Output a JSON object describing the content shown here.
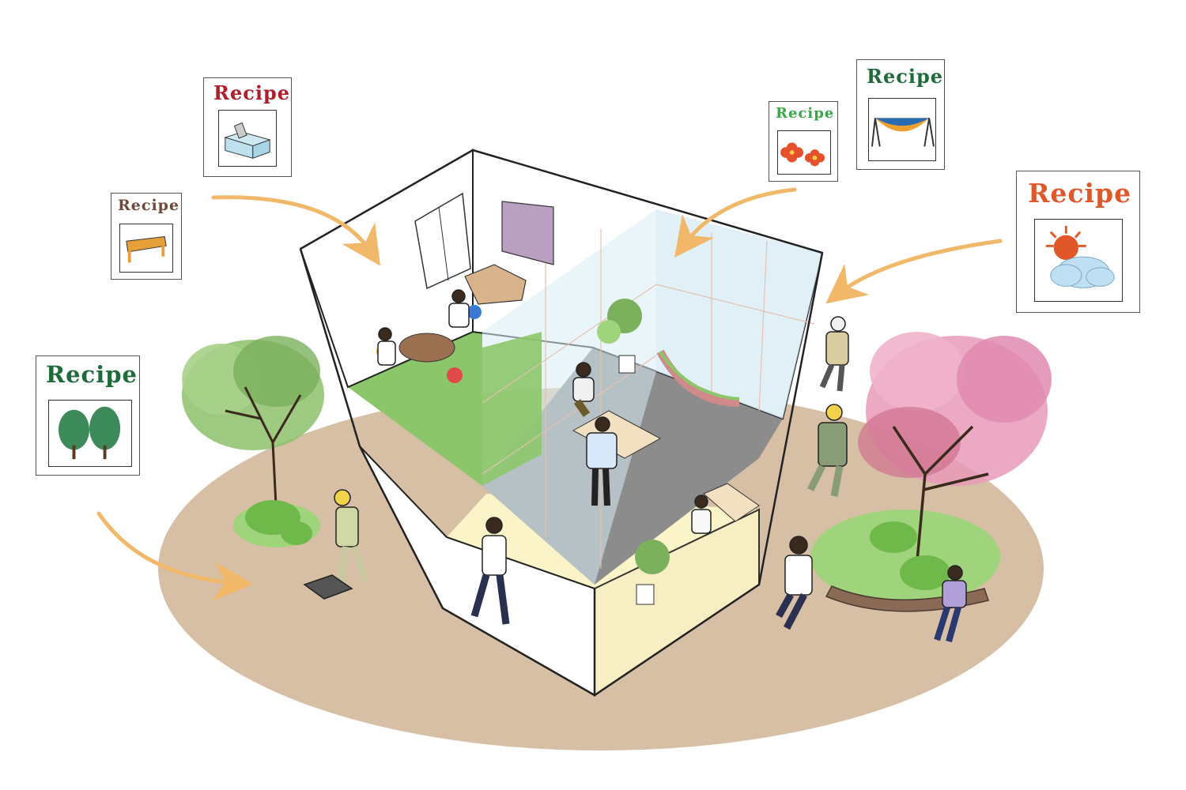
{
  "recipe_cards": [
    {
      "id": "kitchen",
      "label": "Recipe",
      "label_color": "#b01e2c",
      "icon": "kitchen-counter-icon"
    },
    {
      "id": "table",
      "label": "Recipe",
      "label_color": "#6b4a3a",
      "icon": "table-icon"
    },
    {
      "id": "trees",
      "label": "Recipe",
      "label_color": "#1f6b3a",
      "icon": "trees-icon"
    },
    {
      "id": "flowers",
      "label": "Recipe",
      "label_color": "#3aa84a",
      "icon": "flowers-icon"
    },
    {
      "id": "hammock",
      "label": "Recipe",
      "label_color": "#1f6b3a",
      "icon": "hammock-icon"
    },
    {
      "id": "weather",
      "label": "Recipe",
      "label_color": "#e0572a",
      "icon": "sun-cloud-icon"
    }
  ],
  "colors": {
    "ground": "#d7bfa5",
    "arrow": "#f2b86a",
    "floor_green": "#8cc66a",
    "floor_grey": "#8c8c8c",
    "floor_yellow": "#fbf4c8",
    "glass": "#d9ecf5",
    "tree_green": "#8cbf6a",
    "tree_pink": "#e79ab9"
  }
}
